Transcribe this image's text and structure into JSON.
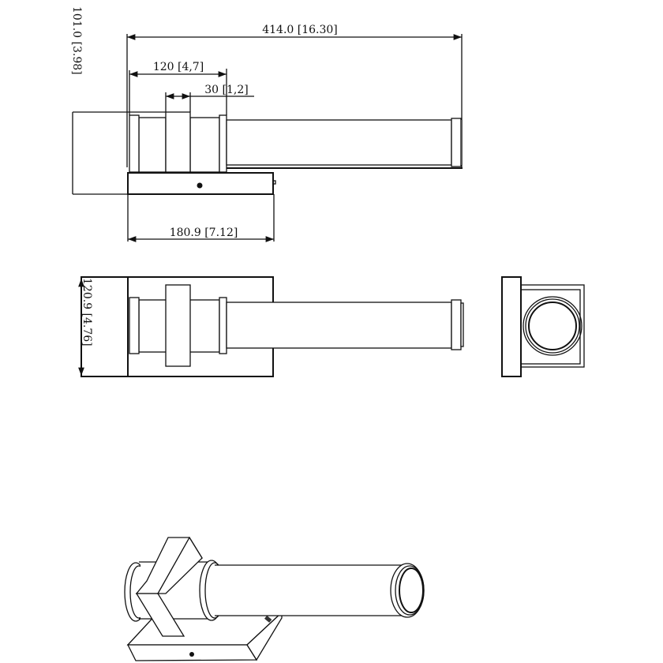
{
  "dimensions": {
    "overall_length": "414.0 [16.30]",
    "cap_span": "120 [4,7]",
    "collar_width": "30 [1,2]",
    "base_width": "180.9 [7.12]",
    "height": "101.0 [3.98]",
    "depth": "120.9 [4.76]"
  },
  "views": [
    "top-view",
    "front-view",
    "side-view",
    "isometric-view"
  ],
  "line_color": "#111111",
  "background_color": "#ffffff"
}
